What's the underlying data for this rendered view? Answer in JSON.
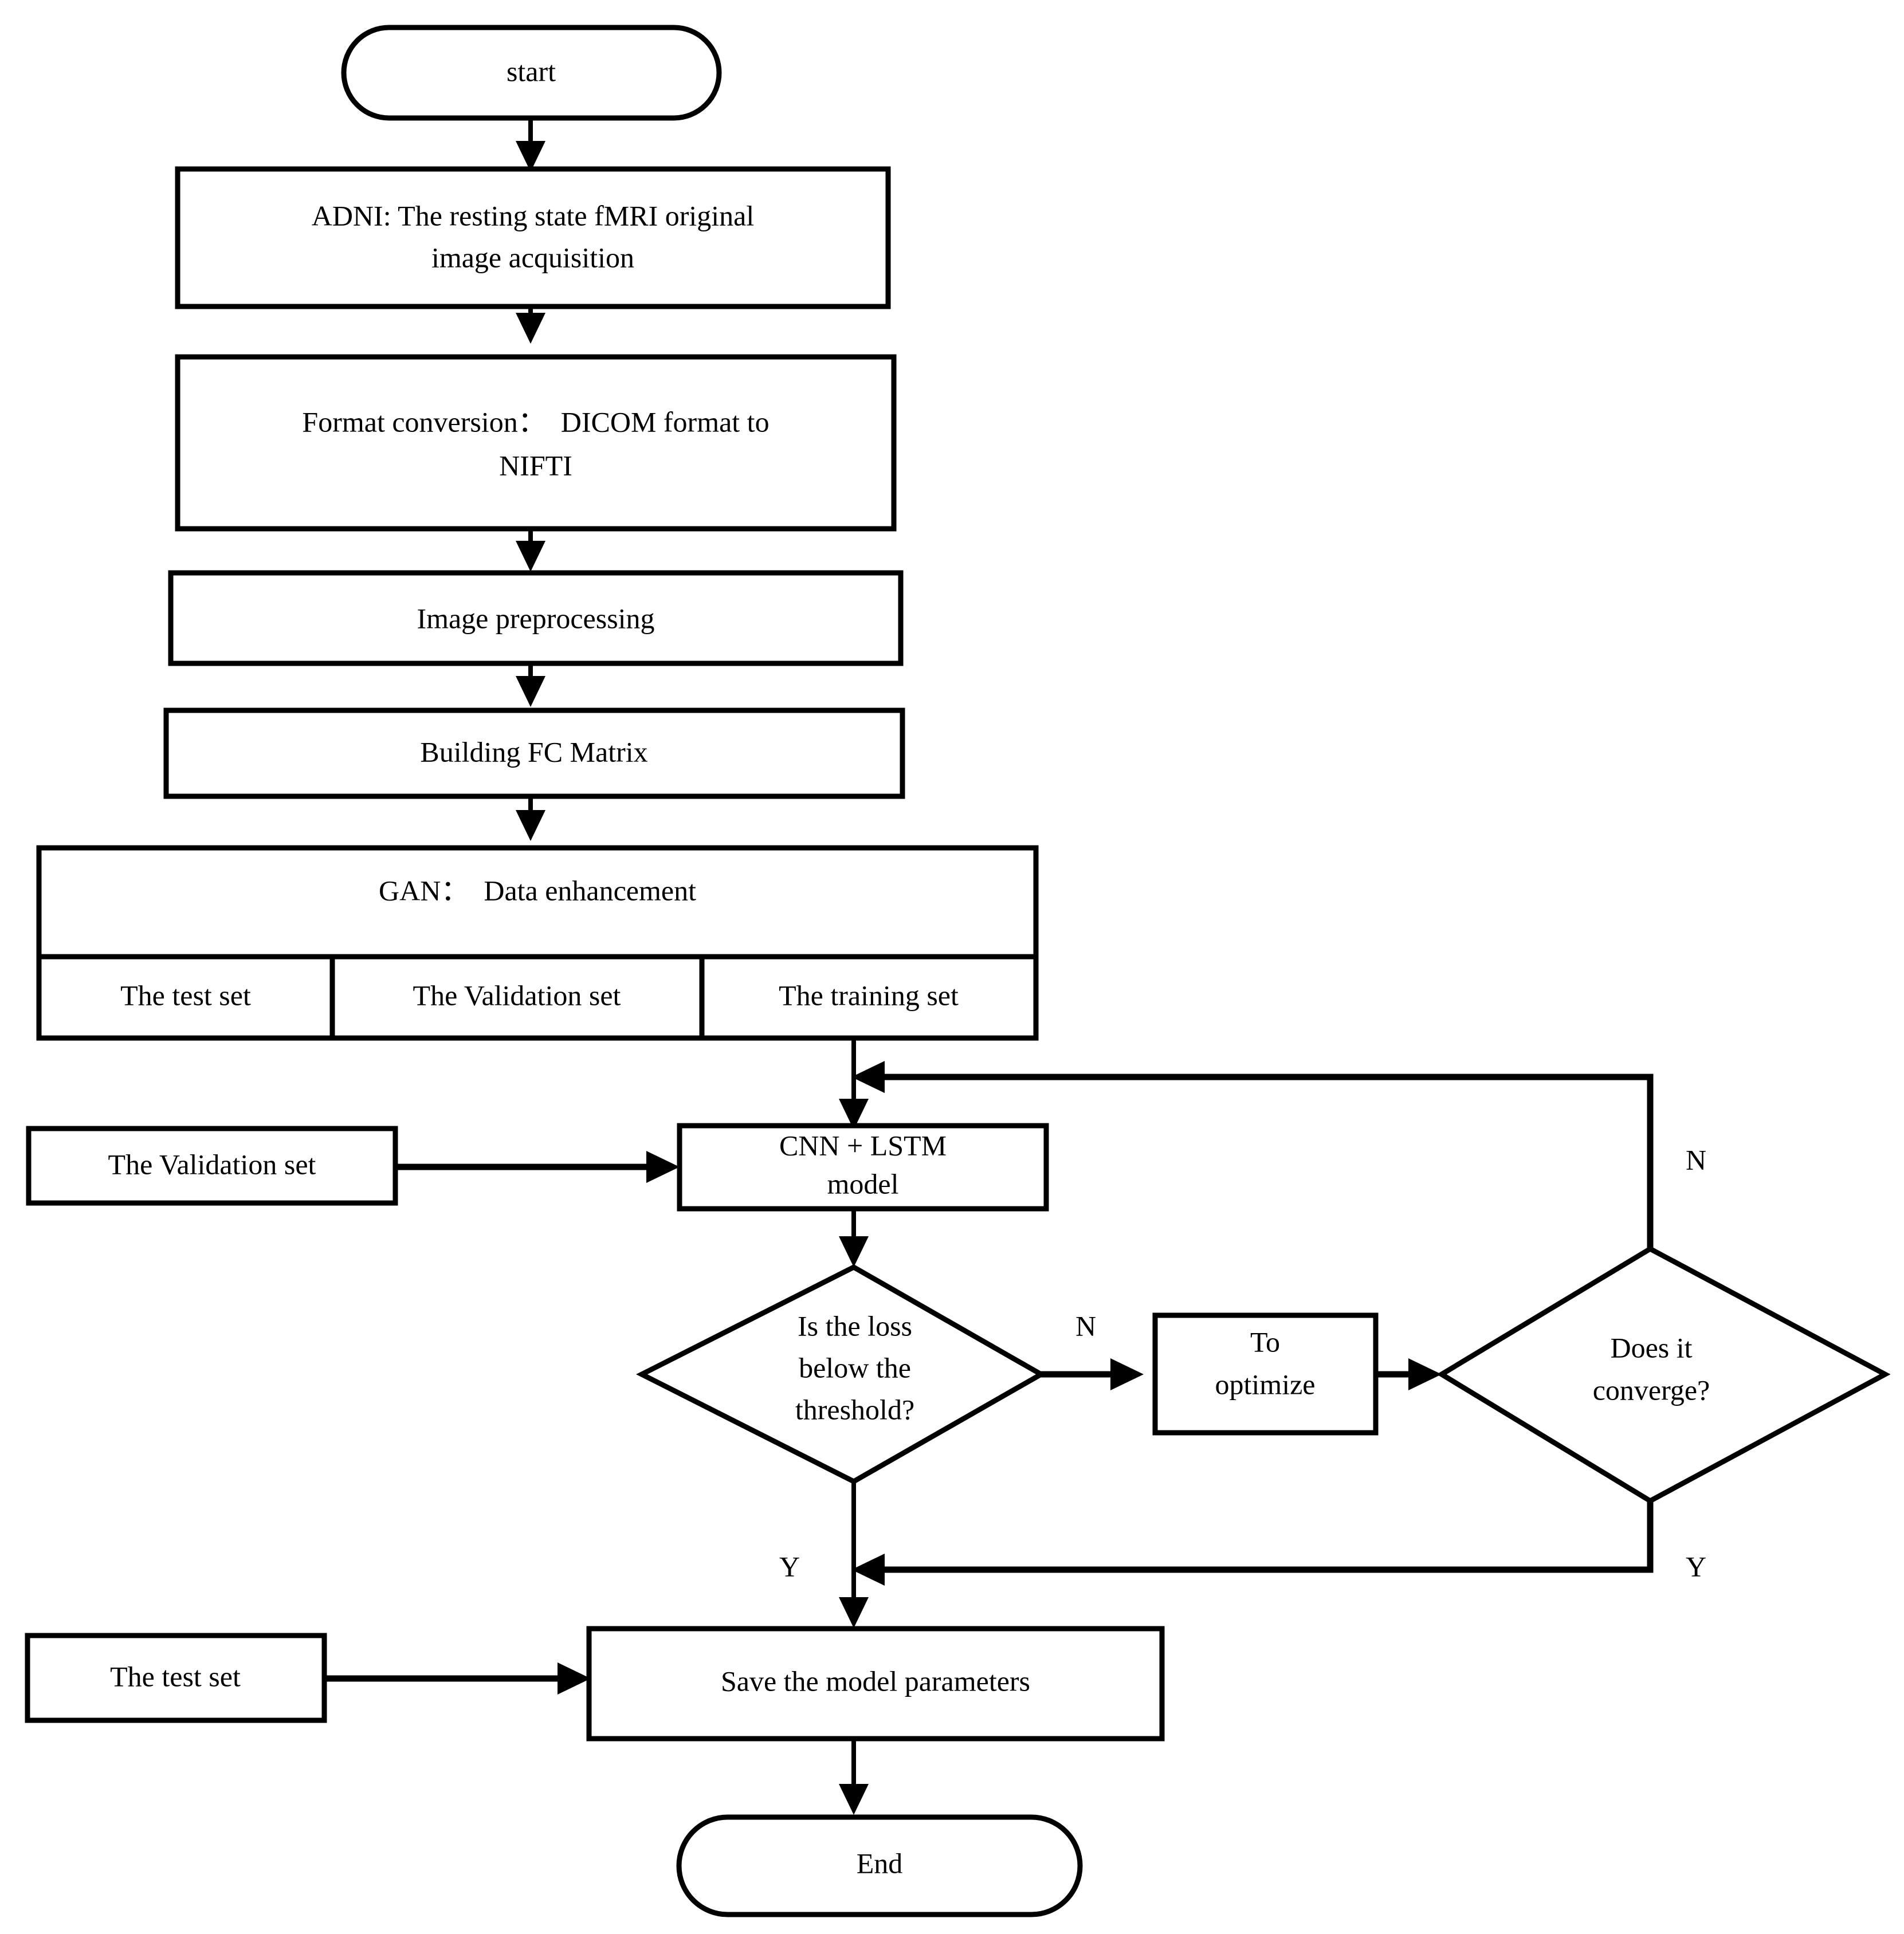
{
  "diagram": {
    "title": "fMRI Alzheimer classification pipeline flowchart",
    "colors": {
      "stroke": "#000000",
      "background": "#ffffff",
      "text": "#000000"
    },
    "nodes": {
      "start": {
        "label": "start",
        "shape": "terminator"
      },
      "adni": {
        "line1": "ADNI: The resting state fMRI original",
        "line2": "image acquisition",
        "shape": "process"
      },
      "format_conversion": {
        "line1": "Format conversion：  DICOM format to",
        "line2": "NIFTI",
        "shape": "process"
      },
      "image_preprocessing": {
        "label": "Image preprocessing",
        "shape": "process"
      },
      "building_fc_matrix": {
        "label": "Building FC Matrix",
        "shape": "process"
      },
      "gan": {
        "label": "GAN：  Data enhancement",
        "shape": "process"
      },
      "split_test": {
        "label": "The test set",
        "shape": "process"
      },
      "split_validation": {
        "label": "The Validation set",
        "shape": "process"
      },
      "split_training": {
        "label": "The training set",
        "shape": "process"
      },
      "validation_input": {
        "label": "The Validation set",
        "shape": "process"
      },
      "cnn_lstm": {
        "line1": "CNN + LSTM",
        "line2": "model",
        "shape": "process"
      },
      "loss_decision": {
        "line1": "Is the loss",
        "line2": "below the",
        "line3": "threshold?",
        "shape": "decision"
      },
      "to_optimize": {
        "line1": "To",
        "line2": "optimize",
        "shape": "process"
      },
      "converge_decision": {
        "line1": "Does it",
        "line2": "converge?",
        "shape": "decision"
      },
      "test_input": {
        "label": "The test set",
        "shape": "process"
      },
      "save_model": {
        "label": "Save the model parameters",
        "shape": "process"
      },
      "end": {
        "label": "End",
        "shape": "terminator"
      }
    },
    "edge_labels": {
      "loss_no": "N",
      "loss_yes": "Y",
      "converge_no": "N",
      "converge_yes": "Y"
    }
  }
}
